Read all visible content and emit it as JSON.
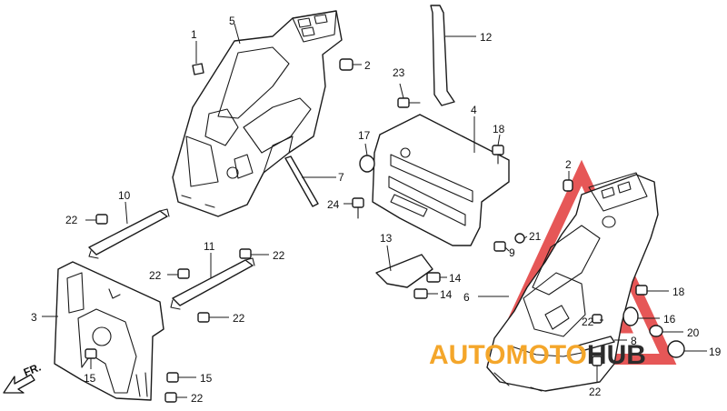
{
  "diagram": {
    "callouts": [
      {
        "id": "c1",
        "label": "1"
      },
      {
        "id": "c5",
        "label": "5"
      },
      {
        "id": "c2a",
        "label": "2"
      },
      {
        "id": "c12",
        "label": "12"
      },
      {
        "id": "c23",
        "label": "23"
      },
      {
        "id": "c4",
        "label": "4"
      },
      {
        "id": "c18a",
        "label": "18"
      },
      {
        "id": "c17",
        "label": "17"
      },
      {
        "id": "c7",
        "label": "7"
      },
      {
        "id": "c24",
        "label": "24"
      },
      {
        "id": "c2b",
        "label": "2"
      },
      {
        "id": "c10",
        "label": "10"
      },
      {
        "id": "c22a",
        "label": "22"
      },
      {
        "id": "c11",
        "label": "11"
      },
      {
        "id": "c22b",
        "label": "22"
      },
      {
        "id": "c22c",
        "label": "22"
      },
      {
        "id": "c13",
        "label": "13"
      },
      {
        "id": "c21",
        "label": "21"
      },
      {
        "id": "c9",
        "label": "9"
      },
      {
        "id": "c14a",
        "label": "14"
      },
      {
        "id": "c14b",
        "label": "14"
      },
      {
        "id": "c6",
        "label": "6"
      },
      {
        "id": "c18b",
        "label": "18"
      },
      {
        "id": "c3",
        "label": "3"
      },
      {
        "id": "c22d",
        "label": "22"
      },
      {
        "id": "c16",
        "label": "16"
      },
      {
        "id": "c20",
        "label": "20"
      },
      {
        "id": "c8",
        "label": "8"
      },
      {
        "id": "c19",
        "label": "19"
      },
      {
        "id": "c15a",
        "label": "15"
      },
      {
        "id": "c15b",
        "label": "15"
      },
      {
        "id": "c22e",
        "label": "22"
      },
      {
        "id": "c22f",
        "label": "22"
      },
      {
        "id": "c22g",
        "label": "22"
      }
    ],
    "direction_label": "FR.",
    "watermark": {
      "word_a": "AUTO",
      "word_b": "MOTO",
      "word_c": "HUB",
      "color_a": "#f4a62a",
      "color_b": "#f4a62a",
      "color_c": "#2c2c2c",
      "triangle_color": "#e23a3a"
    }
  }
}
